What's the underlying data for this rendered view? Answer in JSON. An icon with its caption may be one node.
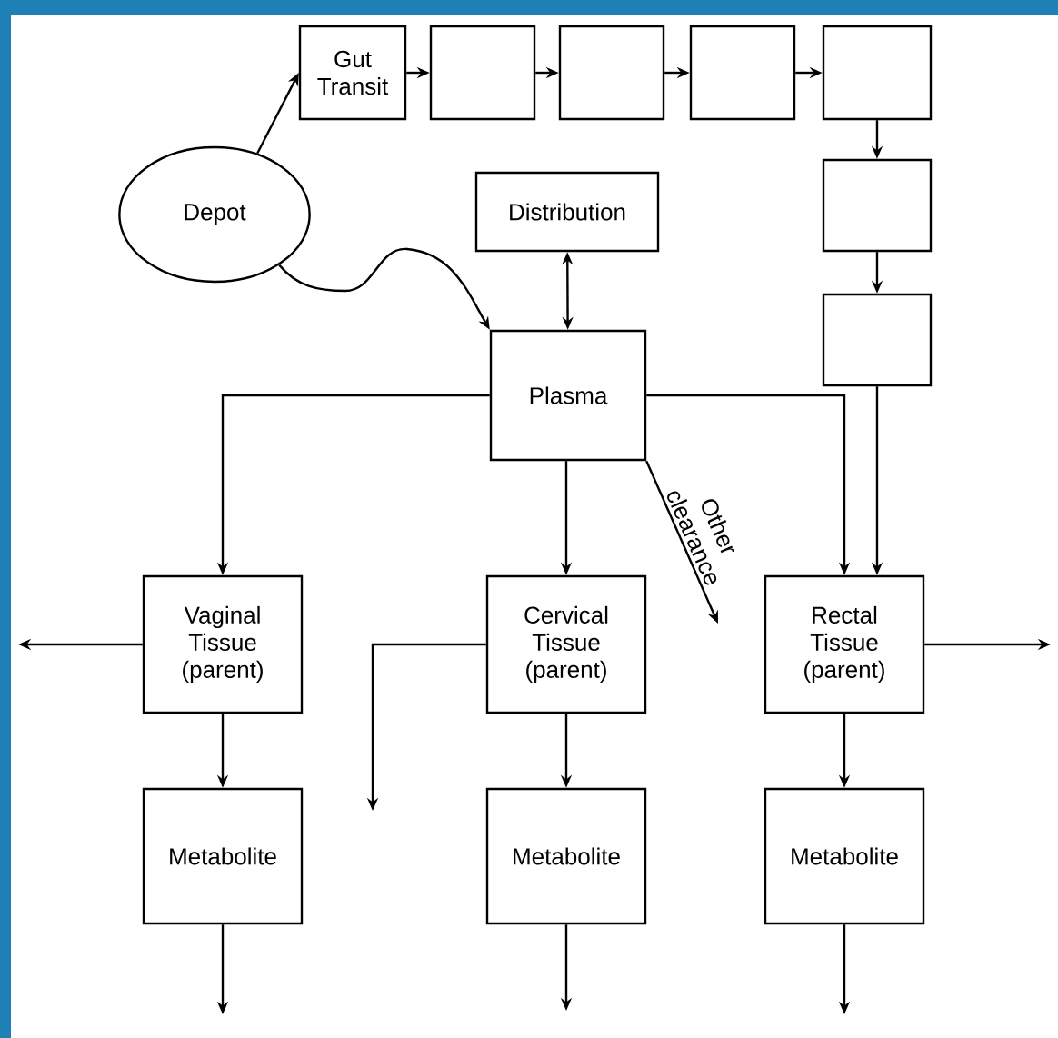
{
  "diagram": {
    "nodes": [
      {
        "text": [
          "Depot"
        ]
      },
      {
        "text": [
          "Gut Transit"
        ]
      },
      {
        "text": [],
        "shape": "box"
      },
      {
        "text": [],
        "shape": "box"
      },
      {
        "text": [],
        "shape": "box"
      },
      {
        "text": [],
        "shape": "box"
      },
      {
        "text": [],
        "shape": "box"
      },
      {
        "text": [],
        "shape": "box"
      },
      {
        "text": [
          "Distribution"
        ]
      },
      {
        "text": [
          "Plasma"
        ]
      },
      {
        "text": [
          "Vaginal Tissue (parent)"
        ]
      },
      {
        "text": [
          "Cervical Tissue (parent)"
        ]
      },
      {
        "text": [
          "Rectal Tissue (parent)"
        ]
      },
      {
        "text": [
          "Metabolite"
        ]
      },
      {
        "text": [
          "Metabolite"
        ]
      },
      {
        "text": [
          "Metabolite"
        ]
      }
    ],
    "edges": [
      {
        "from": 0,
        "to": 1,
        "arrow": "to"
      },
      {
        "from": 1,
        "to": 2,
        "arrow": "to"
      },
      {
        "from": 2,
        "to": 3,
        "arrow": "to"
      },
      {
        "from": 3,
        "to": 4,
        "arrow": "to"
      },
      {
        "from": 4,
        "to": 5,
        "arrow": "to"
      },
      {
        "from": 5,
        "to": 6,
        "arrow": "to"
      },
      {
        "from": 6,
        "to": 7,
        "arrow": "to"
      },
      {
        "from": 0,
        "to": 9,
        "arrow": "to"
      },
      {
        "from": 8,
        "to": 9,
        "arrow": "both"
      },
      {
        "from": 9,
        "to": 10,
        "arrow": "to"
      },
      {
        "from": 9,
        "to": 11,
        "arrow": "to"
      },
      {
        "from": 9,
        "to": 12,
        "arrow": "to"
      },
      {
        "from": 7,
        "to": 12,
        "arrow": "to"
      },
      {
        "from": 9,
        "to": null,
        "arrow": "to",
        "label": "Other clearance"
      },
      {
        "from": 10,
        "to": null,
        "arrow": "to"
      },
      {
        "from": 11,
        "to": null,
        "arrow": "to"
      },
      {
        "from": 12,
        "to": null,
        "arrow": "to"
      },
      {
        "from": 10,
        "to": 13,
        "arrow": "to"
      },
      {
        "from": 11,
        "to": 14,
        "arrow": "to"
      },
      {
        "from": 12,
        "to": 15,
        "arrow": "to"
      },
      {
        "from": 13,
        "to": null,
        "arrow": "to"
      },
      {
        "from": 14,
        "to": null,
        "arrow": "to"
      },
      {
        "from": 15,
        "to": null,
        "arrow": "to"
      }
    ]
  }
}
